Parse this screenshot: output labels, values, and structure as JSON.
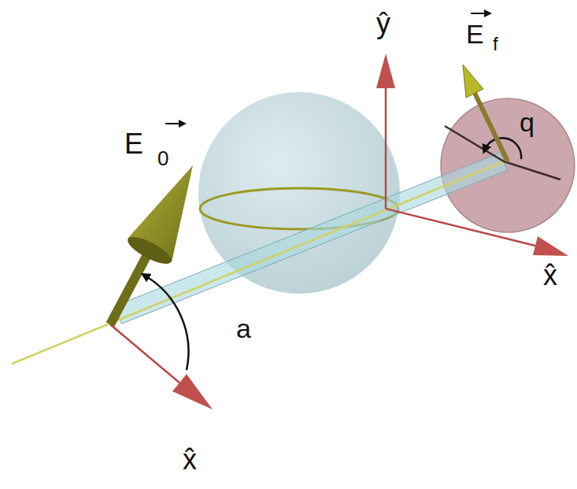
{
  "diagram": {
    "labels": [
      "E",
      "0",
      "E",
      "f",
      "ŷ",
      "x̂",
      "x̂",
      "a",
      "q"
    ]
  }
}
